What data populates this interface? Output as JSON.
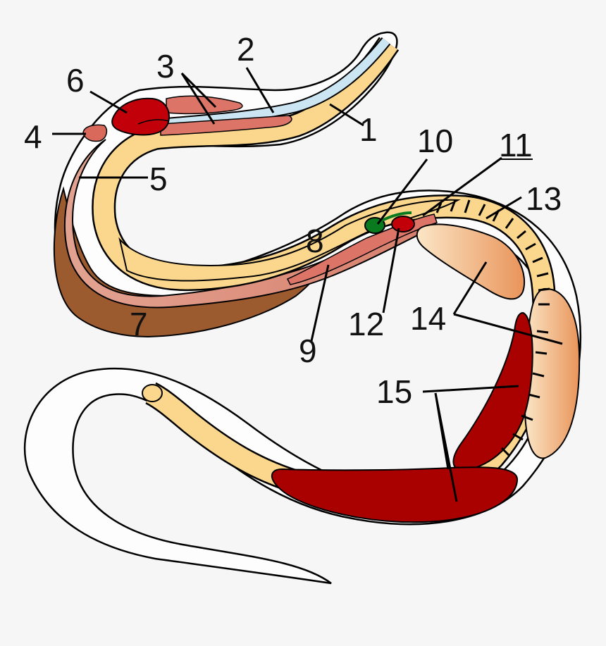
{
  "colors": {
    "background": "#f6f6f7",
    "body": "#fcfdfc",
    "outline": "#000000",
    "yellow": "#fbd78d",
    "pink": "#e59a8c",
    "red": "#a90000",
    "brown": "#9c5a2f",
    "blue": "#cbe6f2",
    "green": "#0a7a1e",
    "orange": "#f2c48f"
  },
  "labels": [
    {
      "id": "1",
      "text": "1"
    },
    {
      "id": "2",
      "text": "2"
    },
    {
      "id": "3",
      "text": "3"
    },
    {
      "id": "4",
      "text": "4"
    },
    {
      "id": "5",
      "text": "5"
    },
    {
      "id": "6",
      "text": "6"
    },
    {
      "id": "7",
      "text": "7"
    },
    {
      "id": "8",
      "text": "8"
    },
    {
      "id": "9",
      "text": "9"
    },
    {
      "id": "10",
      "text": "10"
    },
    {
      "id": "11",
      "text": "11"
    },
    {
      "id": "12",
      "text": "12"
    },
    {
      "id": "13",
      "text": "13"
    },
    {
      "id": "14",
      "text": "14"
    },
    {
      "id": "15",
      "text": "15"
    }
  ]
}
